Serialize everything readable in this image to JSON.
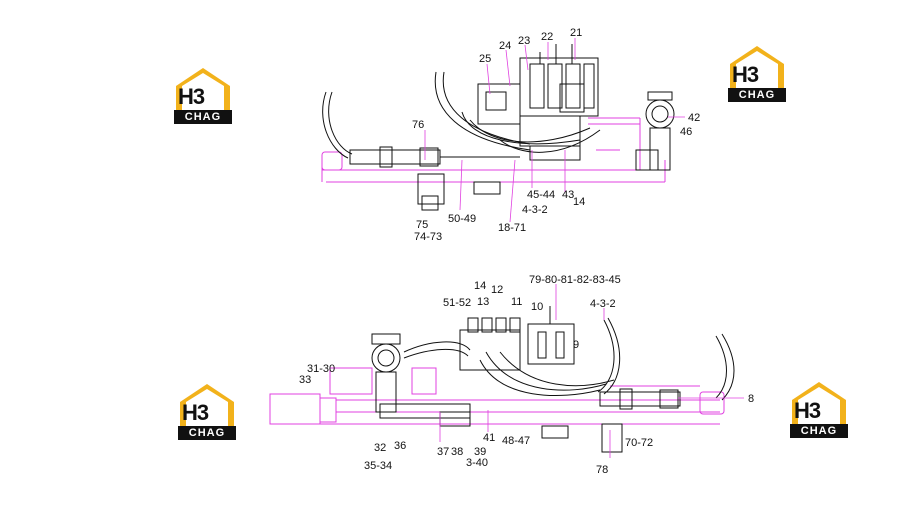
{
  "logo": {
    "mark": "H3",
    "band": "CHAG",
    "accent": "#f2b21b"
  },
  "colors": {
    "frame": "#e040e0",
    "drawing": "#111111",
    "leader": "#e040e0"
  },
  "top_labels": [
    "21",
    "22",
    "23",
    "24",
    "25",
    "76",
    "42",
    "46",
    "45-44",
    "43",
    "14",
    "4-3-2",
    "75",
    "74-73",
    "50-49",
    "18-71"
  ],
  "bottom_labels": [
    "79-80-81-82-83-45",
    "4-3-2",
    "14",
    "12",
    "51-52",
    "13",
    "11",
    "10",
    "9",
    "31-30",
    "33",
    "8",
    "32",
    "36",
    "35-34",
    "37",
    "38",
    "39",
    "3-40",
    "41",
    "48-47",
    "70-72",
    "78"
  ]
}
